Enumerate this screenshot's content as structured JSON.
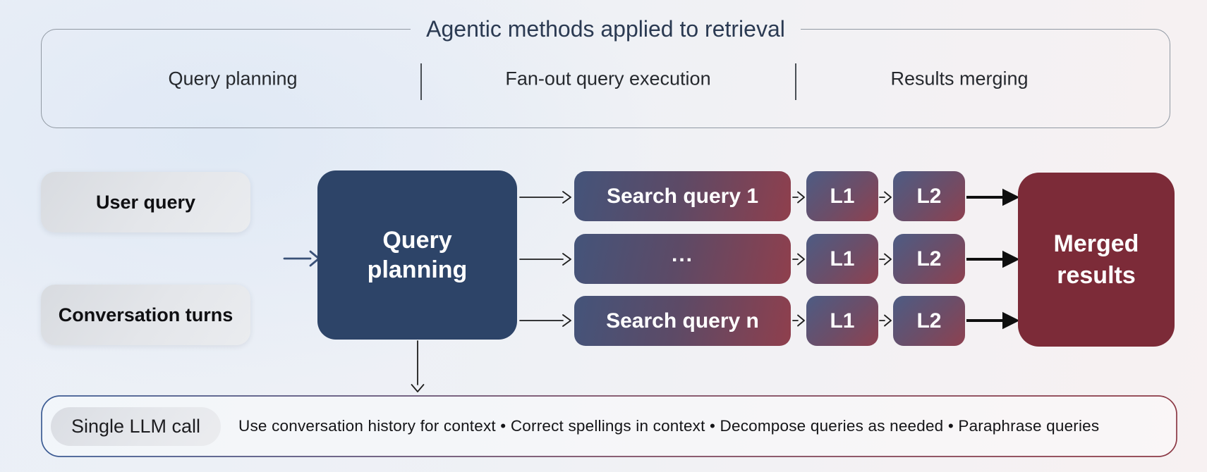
{
  "header": {
    "title": "Agentic methods applied to retrieval",
    "columns": [
      {
        "label": "Query planning"
      },
      {
        "label": "Fan-out query execution"
      },
      {
        "label": "Results merging"
      }
    ]
  },
  "inputs": [
    {
      "label": "User query"
    },
    {
      "label": "Conversation turns"
    }
  ],
  "planner": {
    "label": "Query planning"
  },
  "rows": [
    {
      "query": "Search query 1",
      "l1": "L1",
      "l2": "L2"
    },
    {
      "query": "...",
      "l1": "L1",
      "l2": "L2"
    },
    {
      "query": "Search query n",
      "l1": "L1",
      "l2": "L2"
    }
  ],
  "merged": {
    "label": "Merged results"
  },
  "footer": {
    "badge": "Single LLM call",
    "separator": "•",
    "notes": [
      "Use conversation history for context",
      "Correct spellings in context",
      "Decompose queries as needed",
      "Paraphrase queries"
    ]
  },
  "colors": {
    "title_navy": "#2b3a52",
    "border_gray": "#9199a3",
    "planner_navy": "#2d4468",
    "merged_maroon": "#7c2b38",
    "gradient_blue": "#44547a",
    "gradient_red": "#8f3f4d",
    "callout_border_blue": "#3c5c94",
    "callout_border_red": "#8c3945"
  }
}
